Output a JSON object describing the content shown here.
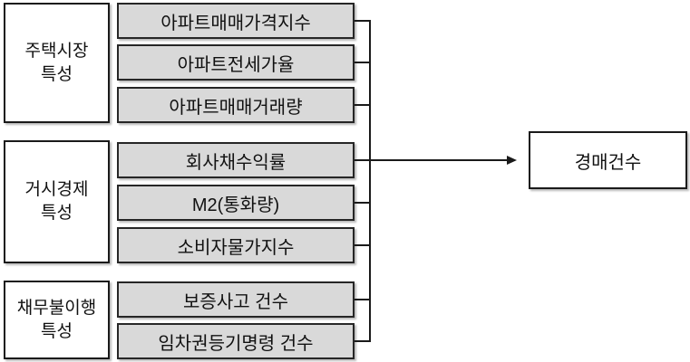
{
  "figure": {
    "groups": [
      {
        "label": "주택시장\n특성",
        "items": [
          "아파트매매가격지수",
          "아파트전세가율",
          "아파트매매거래량"
        ]
      },
      {
        "label": "거시경제\n특성",
        "items": [
          "회사채수익률",
          "M2(통화량)",
          "소비자물가지수"
        ]
      },
      {
        "label": "채무불이행\n특성",
        "items": [
          "보증사고 건수",
          "임차권등기명령 건수"
        ]
      }
    ],
    "outcome_label": "경매건수",
    "colors": {
      "variable_box_fill": "#d9d9d9",
      "box_border": "#1a1a1a",
      "connector_line": "#1a1a1a",
      "background": "#ffffff",
      "text": "#111111"
    }
  }
}
